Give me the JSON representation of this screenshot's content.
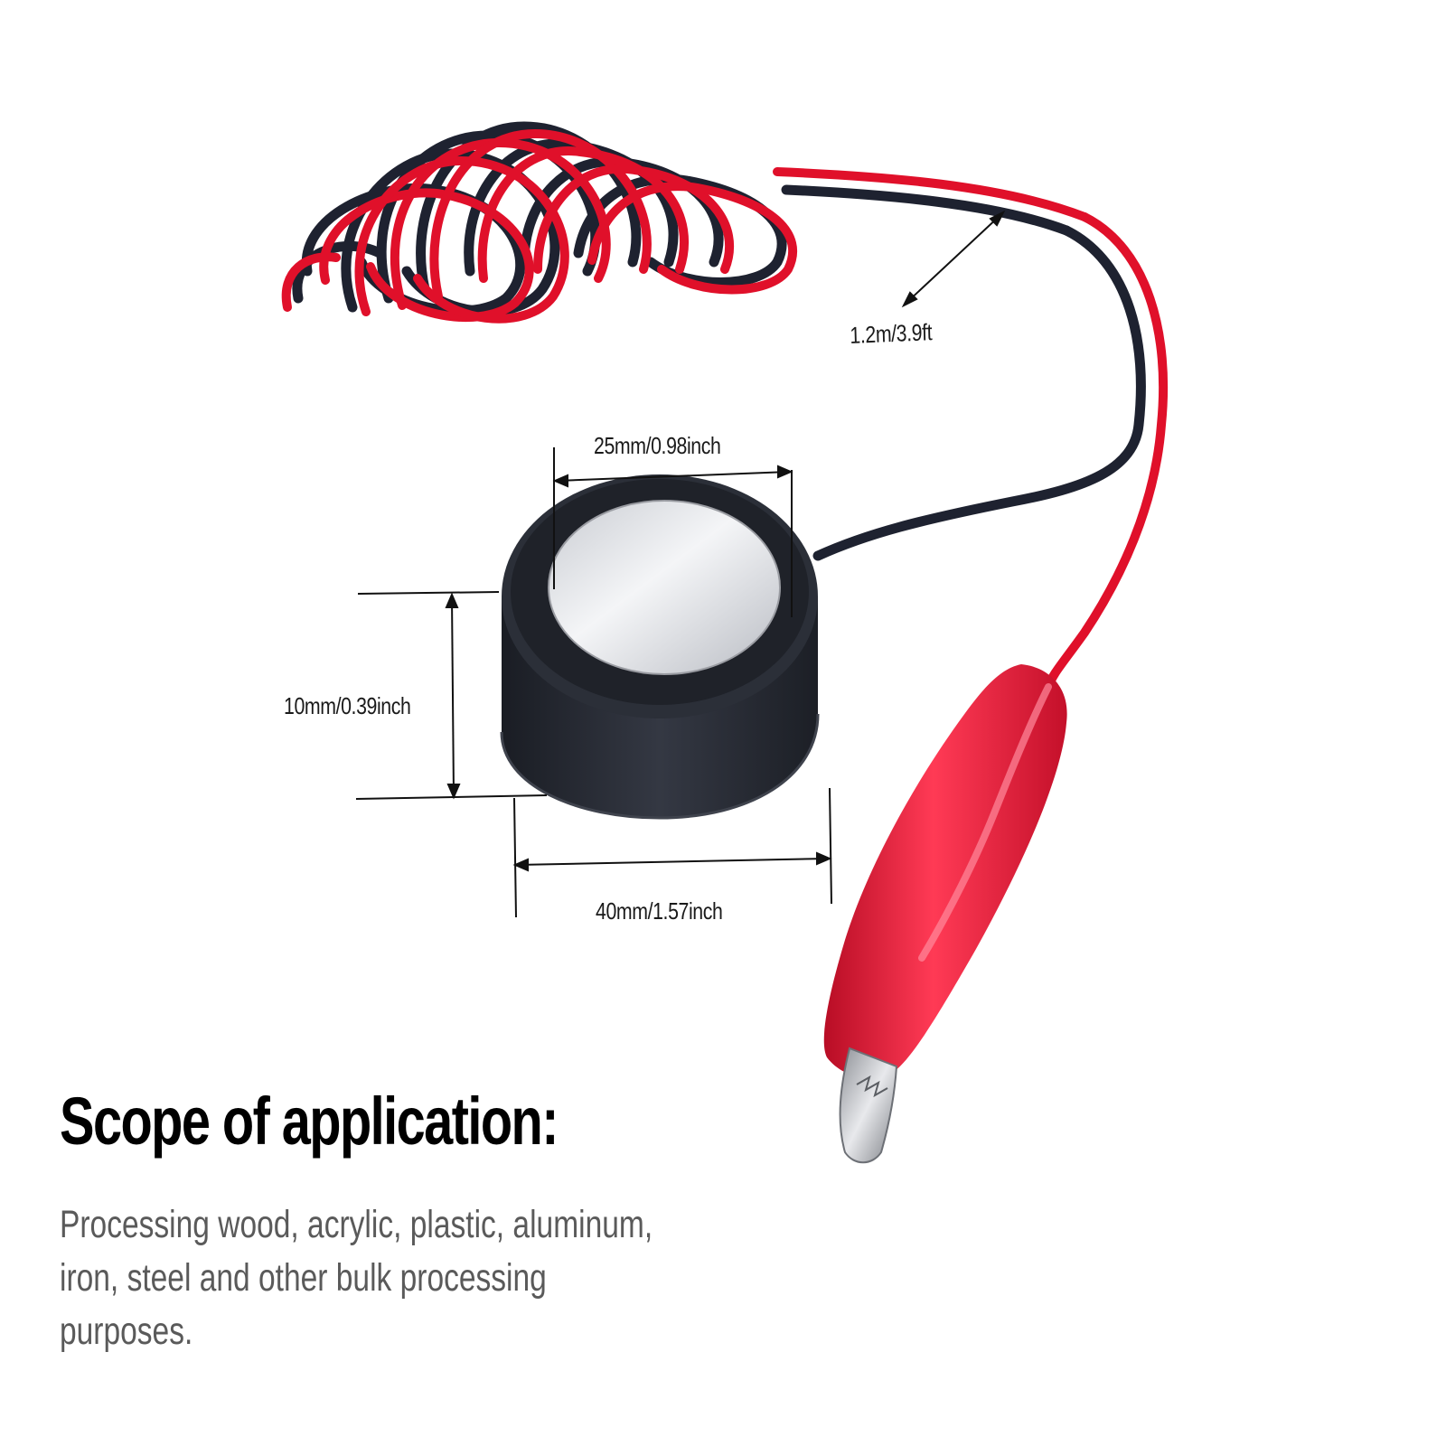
{
  "dimensions": {
    "cable_length": "1.2m/3.9ft",
    "top_diameter": "25mm/0.98inch",
    "height": "10mm/0.39inch",
    "outer_diameter": "40mm/1.57inch"
  },
  "scope": {
    "title": "Scope of application:",
    "lines": [
      "Processing wood, acrylic, plastic, aluminum,",
      "iron, steel and other bulk processing",
      "purposes."
    ]
  },
  "colors": {
    "wire_red": "#e0102a",
    "wire_black": "#1e2230",
    "clip_red": "#e51a36",
    "body_dark": "#262a33"
  }
}
